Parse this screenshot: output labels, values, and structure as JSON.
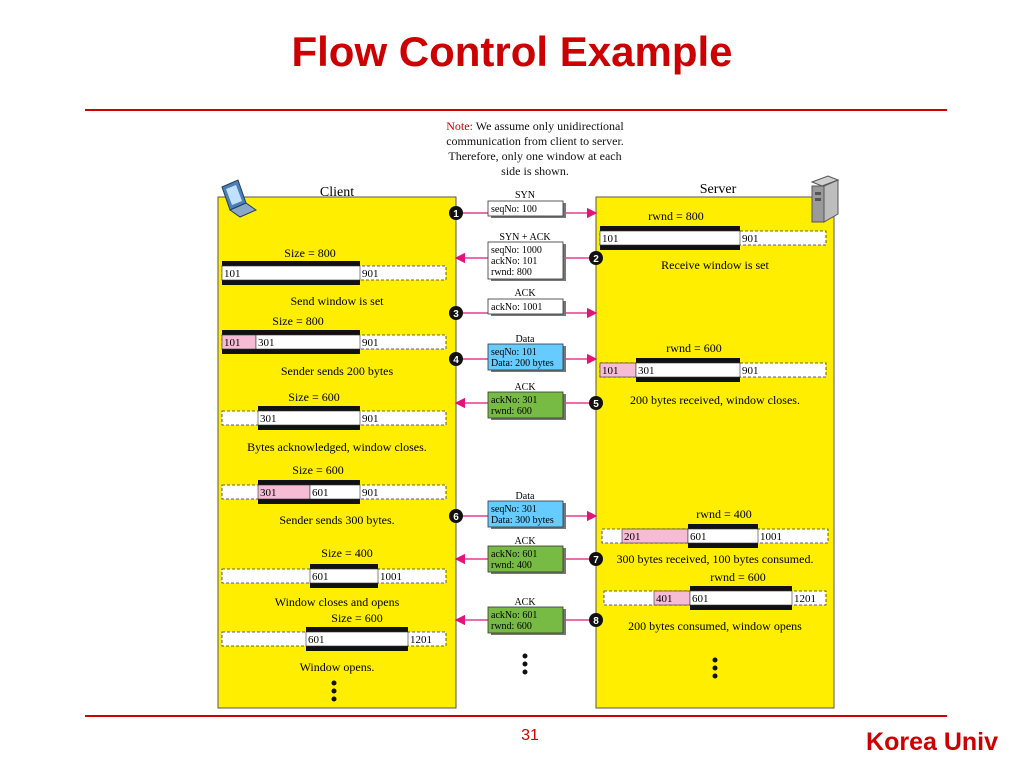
{
  "slide": {
    "title": "Flow Control Example",
    "page_number": "31",
    "footer": "Korea Univ"
  },
  "note": {
    "prefix": "Note:",
    "line1": " We assume only unidirectional",
    "line2": "communication from client to server.",
    "line3": "Therefore, only one window at each",
    "line4": "side is shown."
  },
  "headers": {
    "client": "Client",
    "server": "Server"
  },
  "colors": {
    "accent": "#cc0000",
    "panel": "#ffee00",
    "arrow": "#e0157a",
    "data_box": "#66ccff",
    "ack_box": "#77bb44",
    "pink": "#f6bcd6"
  },
  "messages": [
    {
      "step": "1",
      "label": "SYN",
      "lines": [
        "seqNo: 100"
      ],
      "direction": "to-server",
      "fill": "white"
    },
    {
      "step": "2",
      "label": "SYN + ACK",
      "lines": [
        "seqNo: 1000",
        "ackNo: 101",
        "rwnd: 800"
      ],
      "direction": "to-client",
      "fill": "white"
    },
    {
      "step": "3",
      "label": "ACK",
      "lines": [
        "ackNo: 1001"
      ],
      "direction": "to-server",
      "fill": "white"
    },
    {
      "step": "4",
      "label": "Data",
      "lines": [
        "seqNo: 101",
        "Data: 200 bytes"
      ],
      "direction": "to-server",
      "fill": "data"
    },
    {
      "step": "5",
      "label": "ACK",
      "lines": [
        "ackNo: 301",
        "rwnd: 600"
      ],
      "direction": "to-client",
      "fill": "ack"
    },
    {
      "step": "6",
      "label": "Data",
      "lines": [
        "seqNo: 301",
        "Data: 300 bytes"
      ],
      "direction": "to-server",
      "fill": "data"
    },
    {
      "step": "7",
      "label": "ACK",
      "lines": [
        "ackNo: 601",
        "rwnd: 400"
      ],
      "direction": "to-client",
      "fill": "ack"
    },
    {
      "step": "8",
      "label": "ACK",
      "lines": [
        "ackNo: 601",
        "rwnd: 600"
      ],
      "direction": "to-client",
      "fill": "ack"
    }
  ],
  "client_windows": [
    {
      "header": "Size = 800",
      "caption": "Send window is set",
      "cells": [
        {
          "text": "101",
          "fill": "white"
        }
      ],
      "end": "901"
    },
    {
      "header": "Size = 800",
      "caption": "Sender sends 200 bytes",
      "cells": [
        {
          "text": "101",
          "fill": "pink"
        },
        {
          "text": "301",
          "fill": "white"
        }
      ],
      "end": "901"
    },
    {
      "header": "Size = 600",
      "caption": "Bytes acknowledged, window closes.",
      "cells": [
        {
          "text": "301",
          "fill": "white"
        }
      ],
      "end": "901"
    },
    {
      "header": "Size = 600",
      "caption": "Sender sends 300 bytes.",
      "cells": [
        {
          "text": "301",
          "fill": "pink"
        },
        {
          "text": "601",
          "fill": "white"
        }
      ],
      "end": "901"
    },
    {
      "header": "Size = 400",
      "caption": "Window closes and opens",
      "cells": [
        {
          "text": "601",
          "fill": "white"
        }
      ],
      "end": "1001"
    },
    {
      "header": "Size = 600",
      "caption": "Window opens.",
      "cells": [
        {
          "text": "601",
          "fill": "white"
        }
      ],
      "end": "1201"
    }
  ],
  "server_windows": [
    {
      "header": "rwnd = 800",
      "caption": "Receive window is set",
      "cells": [
        {
          "text": "101",
          "fill": "white"
        }
      ],
      "end": "901"
    },
    {
      "header": "rwnd = 600",
      "caption": "200 bytes received, window closes.",
      "cells": [
        {
          "text": "101",
          "fill": "pink"
        },
        {
          "text": "301",
          "fill": "white"
        }
      ],
      "end": "901"
    },
    {
      "header": "rwnd = 400",
      "caption": "300 bytes received, 100 bytes consumed.",
      "cells": [
        {
          "text": "201",
          "fill": "pink"
        },
        {
          "text": "601",
          "fill": "white"
        }
      ],
      "end": "1001"
    },
    {
      "header": "rwnd = 600",
      "caption": "200 bytes consumed, window opens",
      "cells": [
        {
          "text": "401",
          "fill": "pink"
        },
        {
          "text": "601",
          "fill": "white"
        }
      ],
      "end": "1201"
    }
  ]
}
